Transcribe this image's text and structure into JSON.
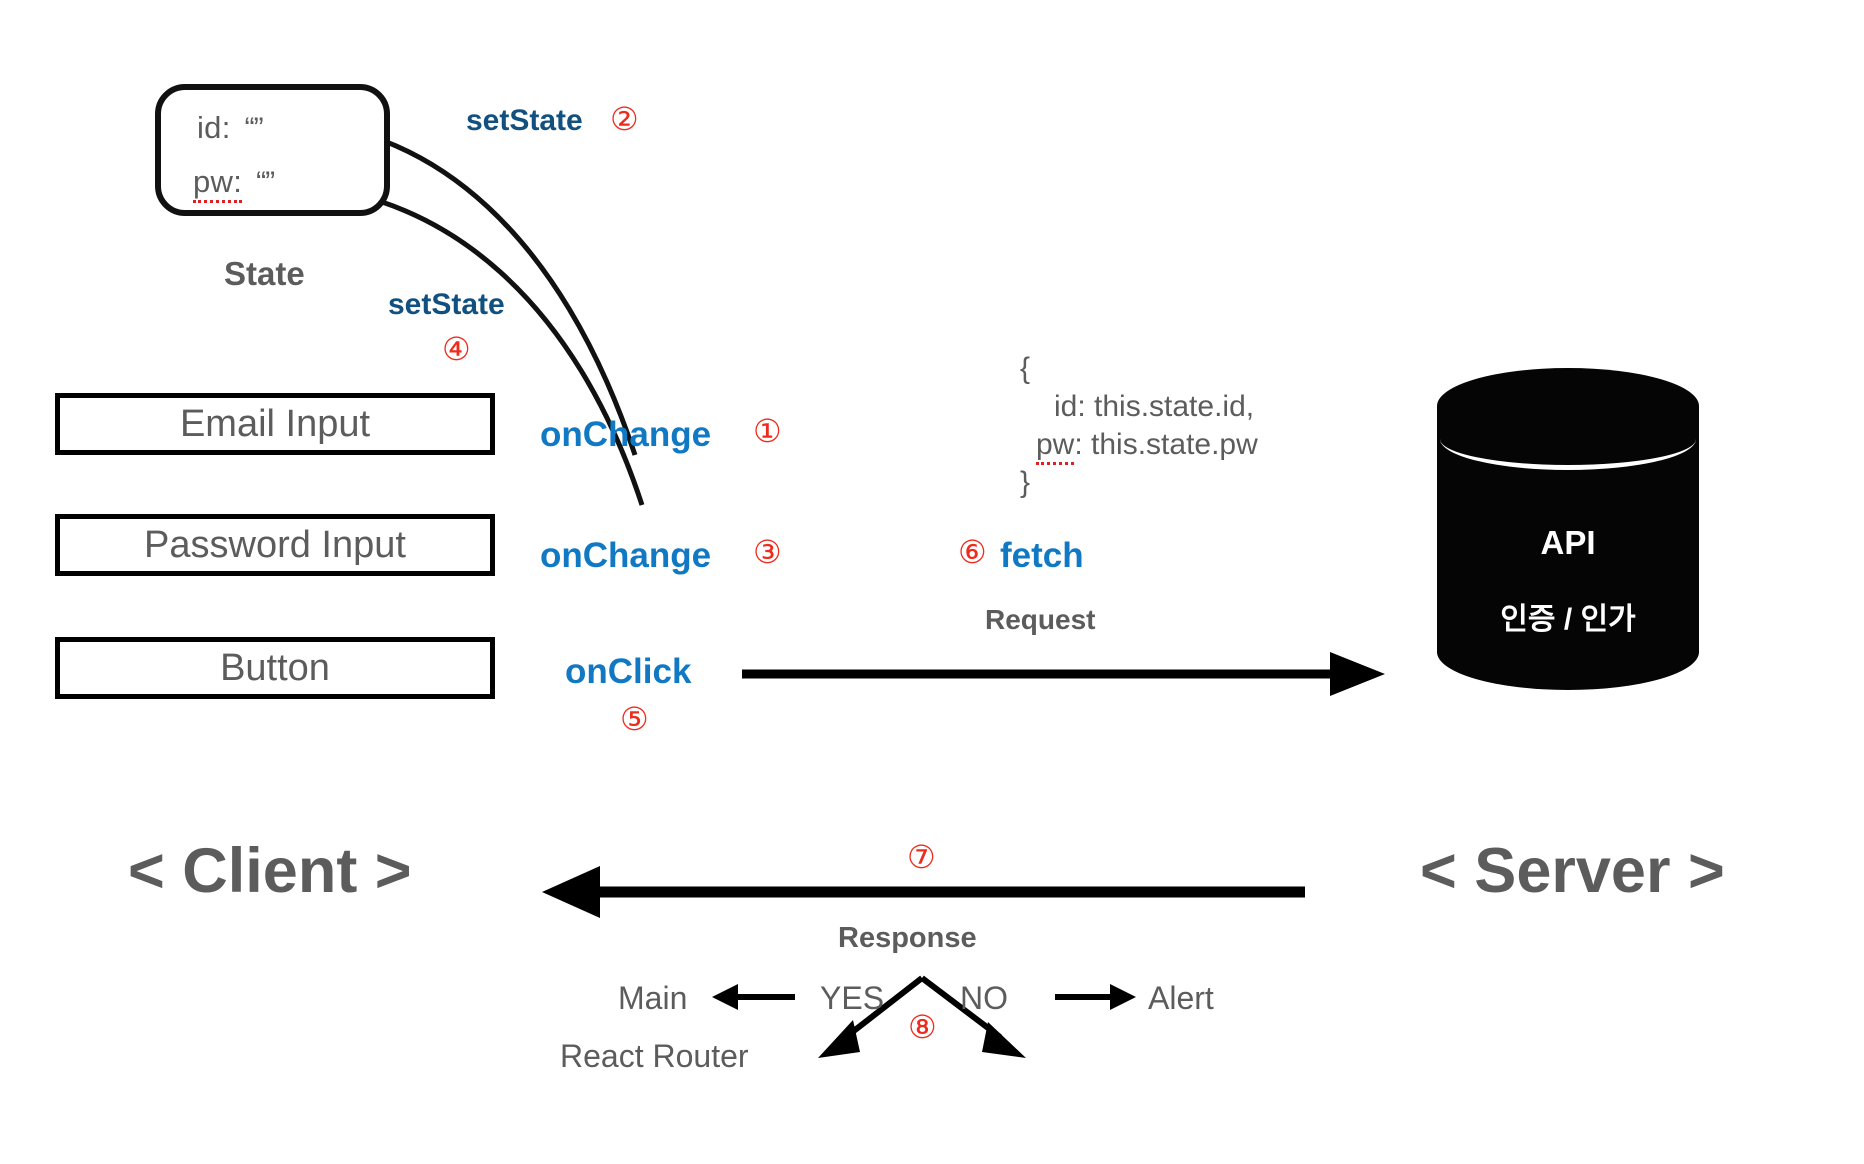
{
  "diagram": {
    "title": "React login flow: Client / Server",
    "colors": {
      "accent_blue": "#1179c4",
      "navy_blue": "#11507f",
      "red_marker": "#ee2b1c",
      "gray_text": "#5c5c5c",
      "black": "#000000"
    }
  },
  "state": {
    "label": "State",
    "rows": [
      {
        "key": "id:",
        "value": "“”"
      },
      {
        "key": "pw:",
        "value": "“”"
      }
    ]
  },
  "client": {
    "section_label": "< Client >",
    "boxes": [
      {
        "label": "Email Input"
      },
      {
        "label": "Password Input"
      },
      {
        "label": "Button"
      }
    ]
  },
  "server": {
    "section_label": "< Server >",
    "cylinder": {
      "title": "API",
      "subtitle": "인증 / 인가"
    }
  },
  "handlers": {
    "set_state_2": {
      "label": "setState",
      "step": "②"
    },
    "set_state_4": {
      "label": "setState",
      "step": "④"
    },
    "on_change_1": {
      "label": "onChange",
      "step": "①"
    },
    "on_change_3": {
      "label": "onChange",
      "step": "③"
    },
    "on_click_5": {
      "label": "onClick",
      "step": "⑤"
    },
    "fetch_6": {
      "label": "fetch",
      "step": "⑥"
    },
    "response_7": {
      "step": "⑦"
    },
    "branch_8": {
      "step": "⑧"
    }
  },
  "payload": {
    "open_brace": "{",
    "line_id": "id: this.state.id,",
    "line_pw_key": "pw",
    "line_pw_rest": ": this.state.pw",
    "close_brace": "}"
  },
  "arrows": {
    "request_label": "Request",
    "response_label": "Response"
  },
  "branch": {
    "yes_label": "YES",
    "no_label": "NO",
    "yes_target": "Main",
    "yes_target_note": "React Router",
    "no_target": "Alert"
  }
}
